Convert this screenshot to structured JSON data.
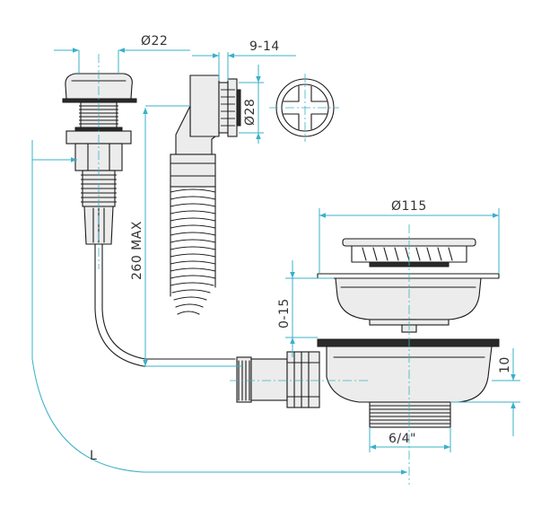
{
  "dimensions": {
    "overflow_cap_diameter": "Ø22",
    "clamp_range": "9-14",
    "overflow_diameter": "Ø28",
    "strainer_diameter": "Ø115",
    "hose_length": "260 MAX",
    "adjust_range": "0-15",
    "outlet_height": "10",
    "thread_size": "6/4\"",
    "total_length": "L"
  },
  "colors": {
    "line": "#1a1a1a",
    "dimension": "#3ab0c8",
    "text": "#333333"
  }
}
